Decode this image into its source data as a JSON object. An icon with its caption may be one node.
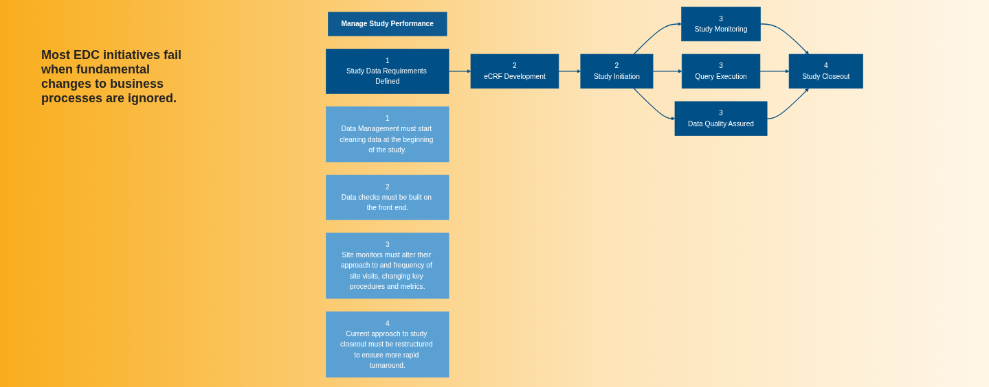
{
  "diagram": {
    "nodes": [
      {
        "text": [
          "Manage Study Performance"
        ]
      },
      {
        "text": [
          "1",
          "Study Data Requirements Defined"
        ]
      },
      {
        "text": [
          "2",
          "Study Initiation"
        ]
      },
      {
        "text": [
          "2",
          "eCRF Development"
        ]
      },
      {
        "text": [
          "3",
          "Study Monitoring"
        ]
      },
      {
        "text": [
          "3",
          "Query Execution"
        ]
      },
      {
        "text": [
          "3",
          "Data Quality Assured"
        ]
      },
      {
        "text": [
          "4",
          "Study Closeout"
        ]
      },
      {
        "text": [
          "1",
          "Data Management must start cleaning data at the beginning of the study."
        ]
      },
      {
        "text": [
          "2",
          "Data checks must be built on the front end."
        ]
      },
      {
        "text": [
          "3",
          "Site monitors must alter their approach to and frequency of site visits, changing key procedures and metrics."
        ]
      },
      {
        "text": [
          "4",
          "Current approach to study closeout must be restructured to ensure more rapid turnaround."
        ]
      }
    ],
    "edges": [
      {
        "from": 1,
        "to": 3,
        "arrow": "to"
      },
      {
        "from": 3,
        "to": 2,
        "arrow": "to"
      },
      {
        "from": 2,
        "to": 4,
        "arrow": "to"
      },
      {
        "from": 2,
        "to": 5,
        "arrow": "to"
      },
      {
        "from": 2,
        "to": 6,
        "arrow": "to"
      },
      {
        "from": 4,
        "to": 7,
        "arrow": "to"
      },
      {
        "from": 5,
        "to": 7,
        "arrow": "to"
      },
      {
        "from": 6,
        "to": 7,
        "arrow": "to"
      }
    ],
    "labels": [
      "Most EDC initiatives fail when fundamental changes to business processes are ignored."
    ]
  }
}
